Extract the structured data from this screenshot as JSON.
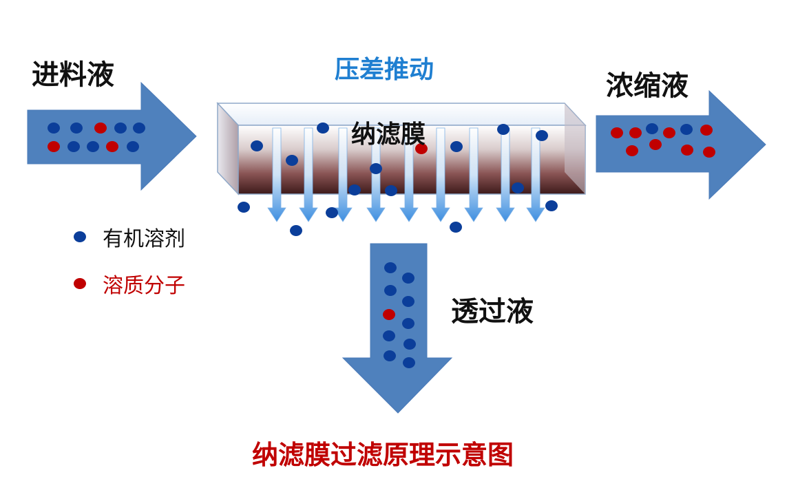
{
  "labels": {
    "feed": "进料液",
    "pressure": "压差推动",
    "concentrate": "浓缩液",
    "membrane": "纳滤膜",
    "permeate": "透过液",
    "caption": "纳滤膜过滤原理示意图"
  },
  "legend": [
    {
      "label": "有机溶剂",
      "color": "#0b3e9a"
    },
    {
      "label": "溶质分子",
      "color": "#c00000"
    }
  ],
  "colors": {
    "arrow": "#4f81bd",
    "solvent": "#0b3e9a",
    "solute": "#c00000",
    "membrane_dark": "#4a2424",
    "flow_arrow": "#5aa0e0",
    "pressure_text": "#1f7fd1",
    "caption_text": "#c00000"
  }
}
